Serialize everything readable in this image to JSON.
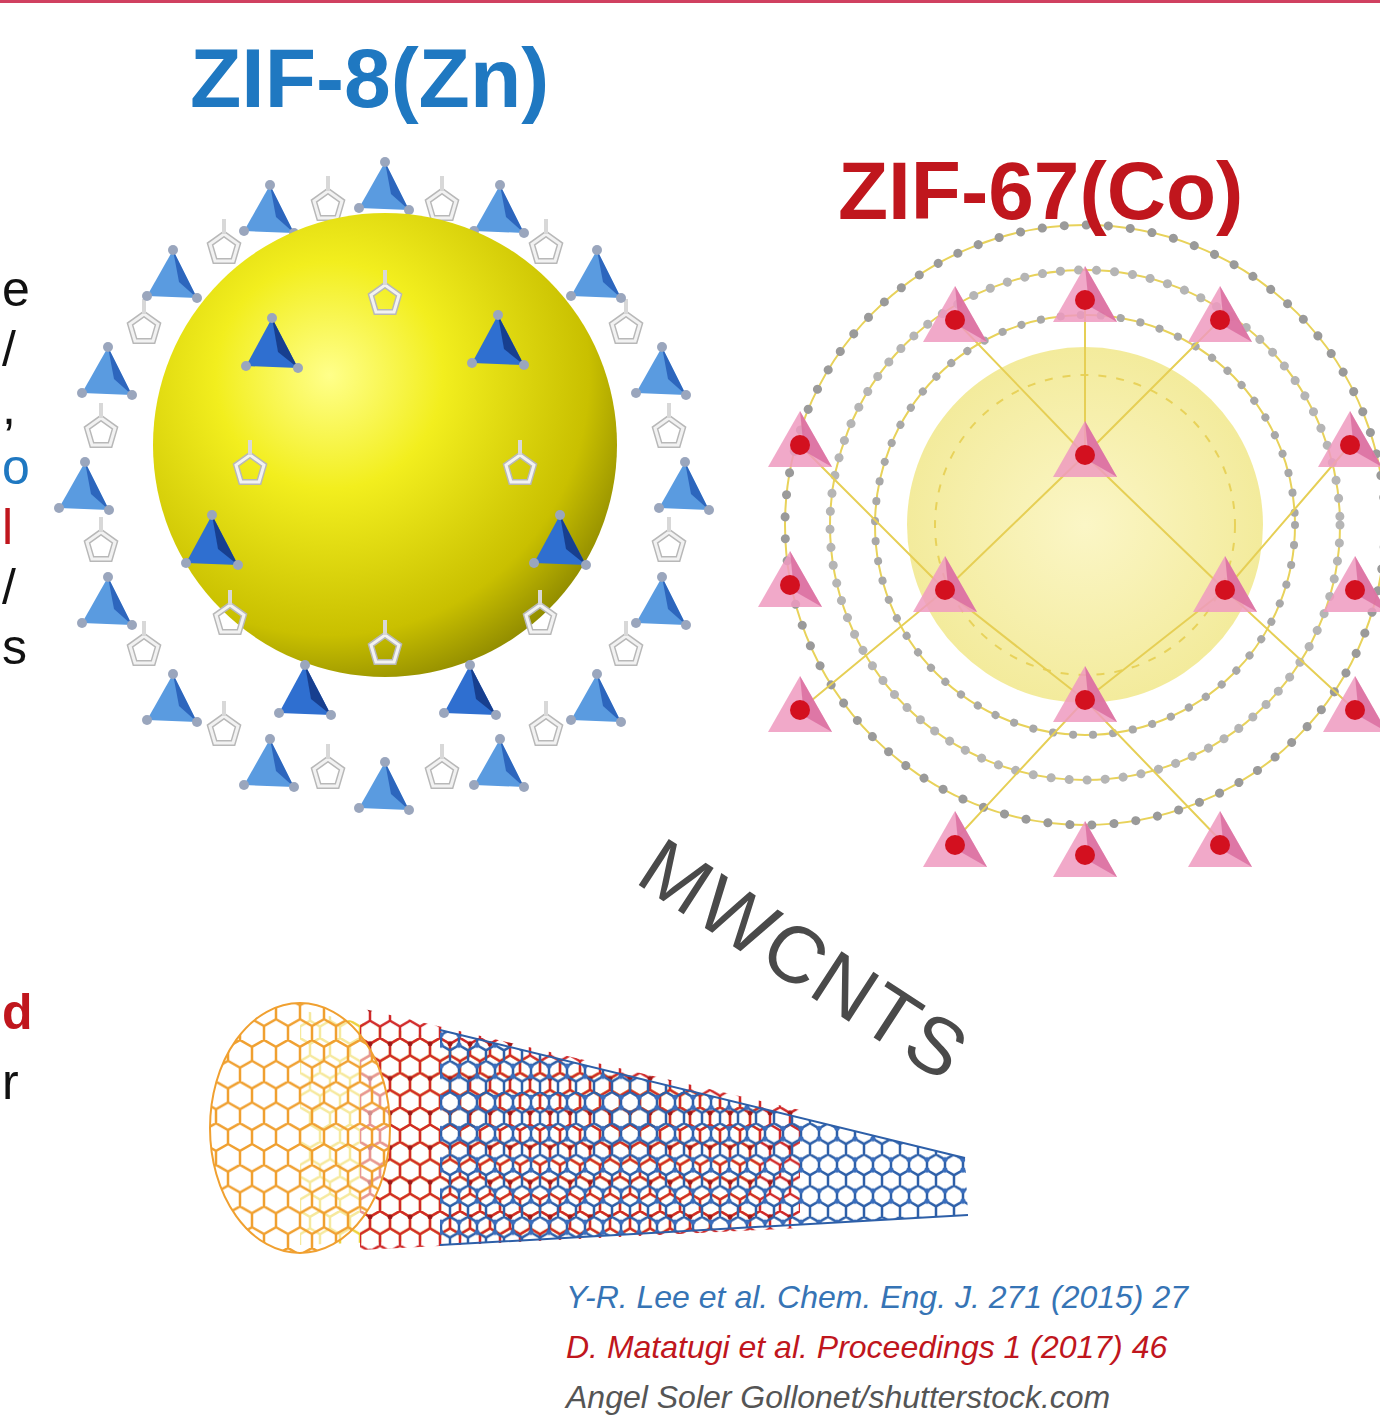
{
  "diagram": {
    "labels": [
      "ZIF-8(Zn)",
      "ZIF-67(Co)",
      "e",
      "/",
      ",",
      "o",
      "l",
      "/",
      "s",
      "MWCNTS",
      "d",
      "r",
      "Y-R. Lee et al. Chem. Eng. J. 271 (2015) 27",
      "D. Matatugi et al. Proceedings 1 (2017) 46",
      "Angel Soler Gollonet/shutterstock.com"
    ]
  }
}
